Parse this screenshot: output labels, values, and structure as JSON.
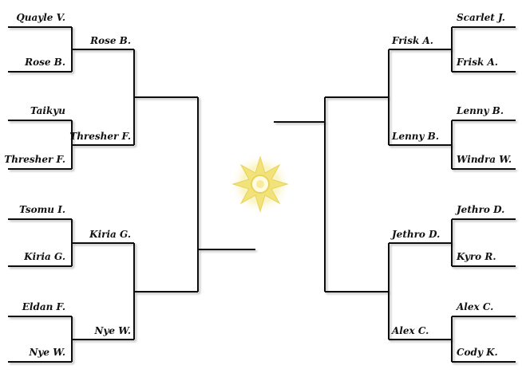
{
  "left_bracket": {
    "round1": [
      "Quayle V.",
      "Rose B.",
      "Taikyu",
      "Thresher F.",
      "Tsomu I.",
      "Kiria G.",
      "Eldan F.",
      "Nye W."
    ],
    "round2": [
      "Rose B.",
      "Thresher F.",
      "Kiria G.",
      "Nye W."
    ]
  },
  "right_bracket": {
    "round1": [
      "Scarlet J.",
      "Frisk A.",
      "Lenny B.",
      "Windra W.",
      "Jethro D.",
      "Kyro R.",
      "Alex C.",
      "Cody K."
    ],
    "round2": [
      "Frisk A.",
      "Lenny B.",
      "Jethro D.",
      "Alex C."
    ]
  },
  "colors": {
    "line": "#111111",
    "shadow": "#bbbbbb",
    "emblem": "#f2e27a"
  },
  "emblem_icon": "sun-star-icon"
}
